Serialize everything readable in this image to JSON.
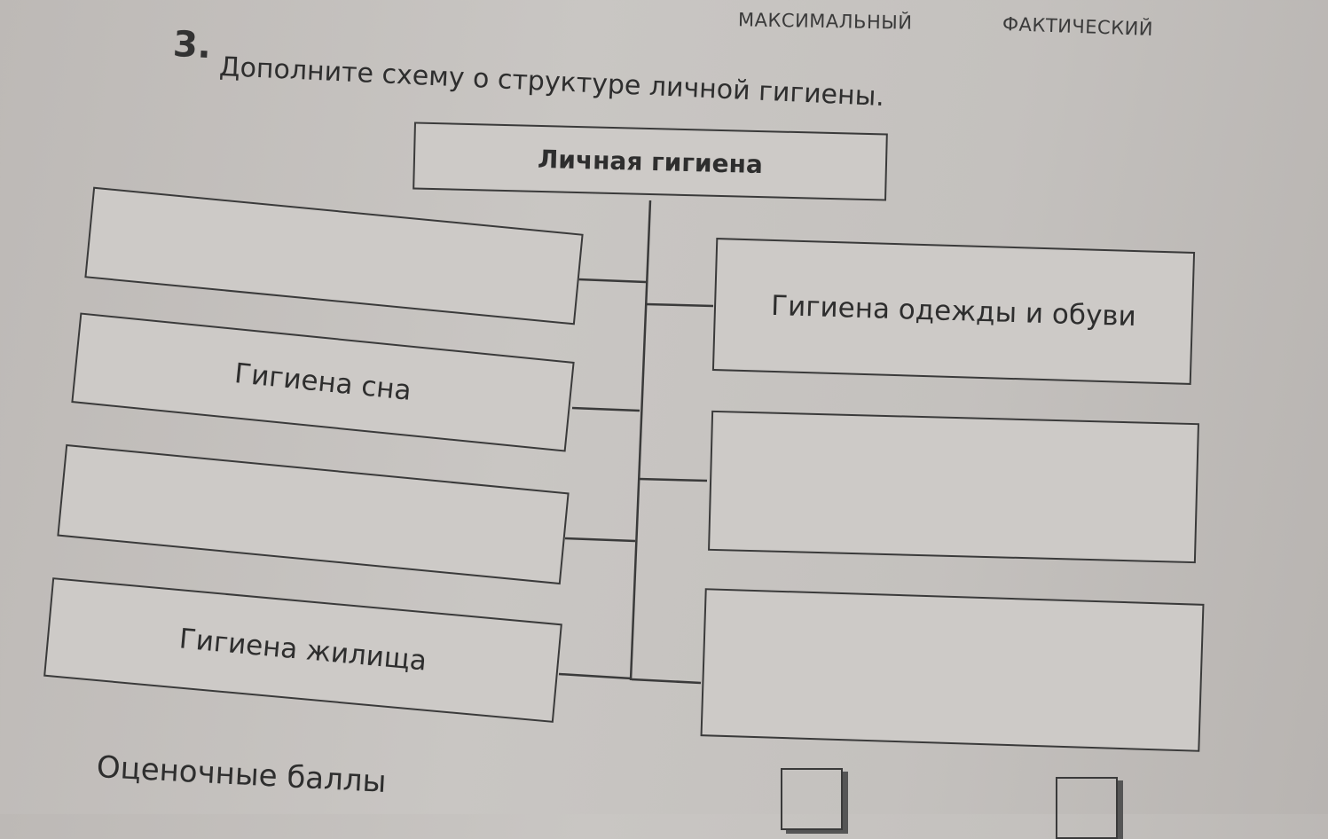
{
  "header": {
    "max_label": "МАКСИМАЛЬНЫЙ",
    "actual_label": "ФАКТИЧЕСКИЙ"
  },
  "task": {
    "number": "3.",
    "text": "Дополните схему о структуре личной гигиены."
  },
  "diagram": {
    "root": "Личная гигиена",
    "left": [
      "",
      "Гигиена сна",
      "",
      "Гигиена жилища"
    ],
    "right": [
      "Гигиена одежды и обуви",
      "",
      ""
    ]
  },
  "footer": {
    "score_label": "Оценочные баллы"
  }
}
